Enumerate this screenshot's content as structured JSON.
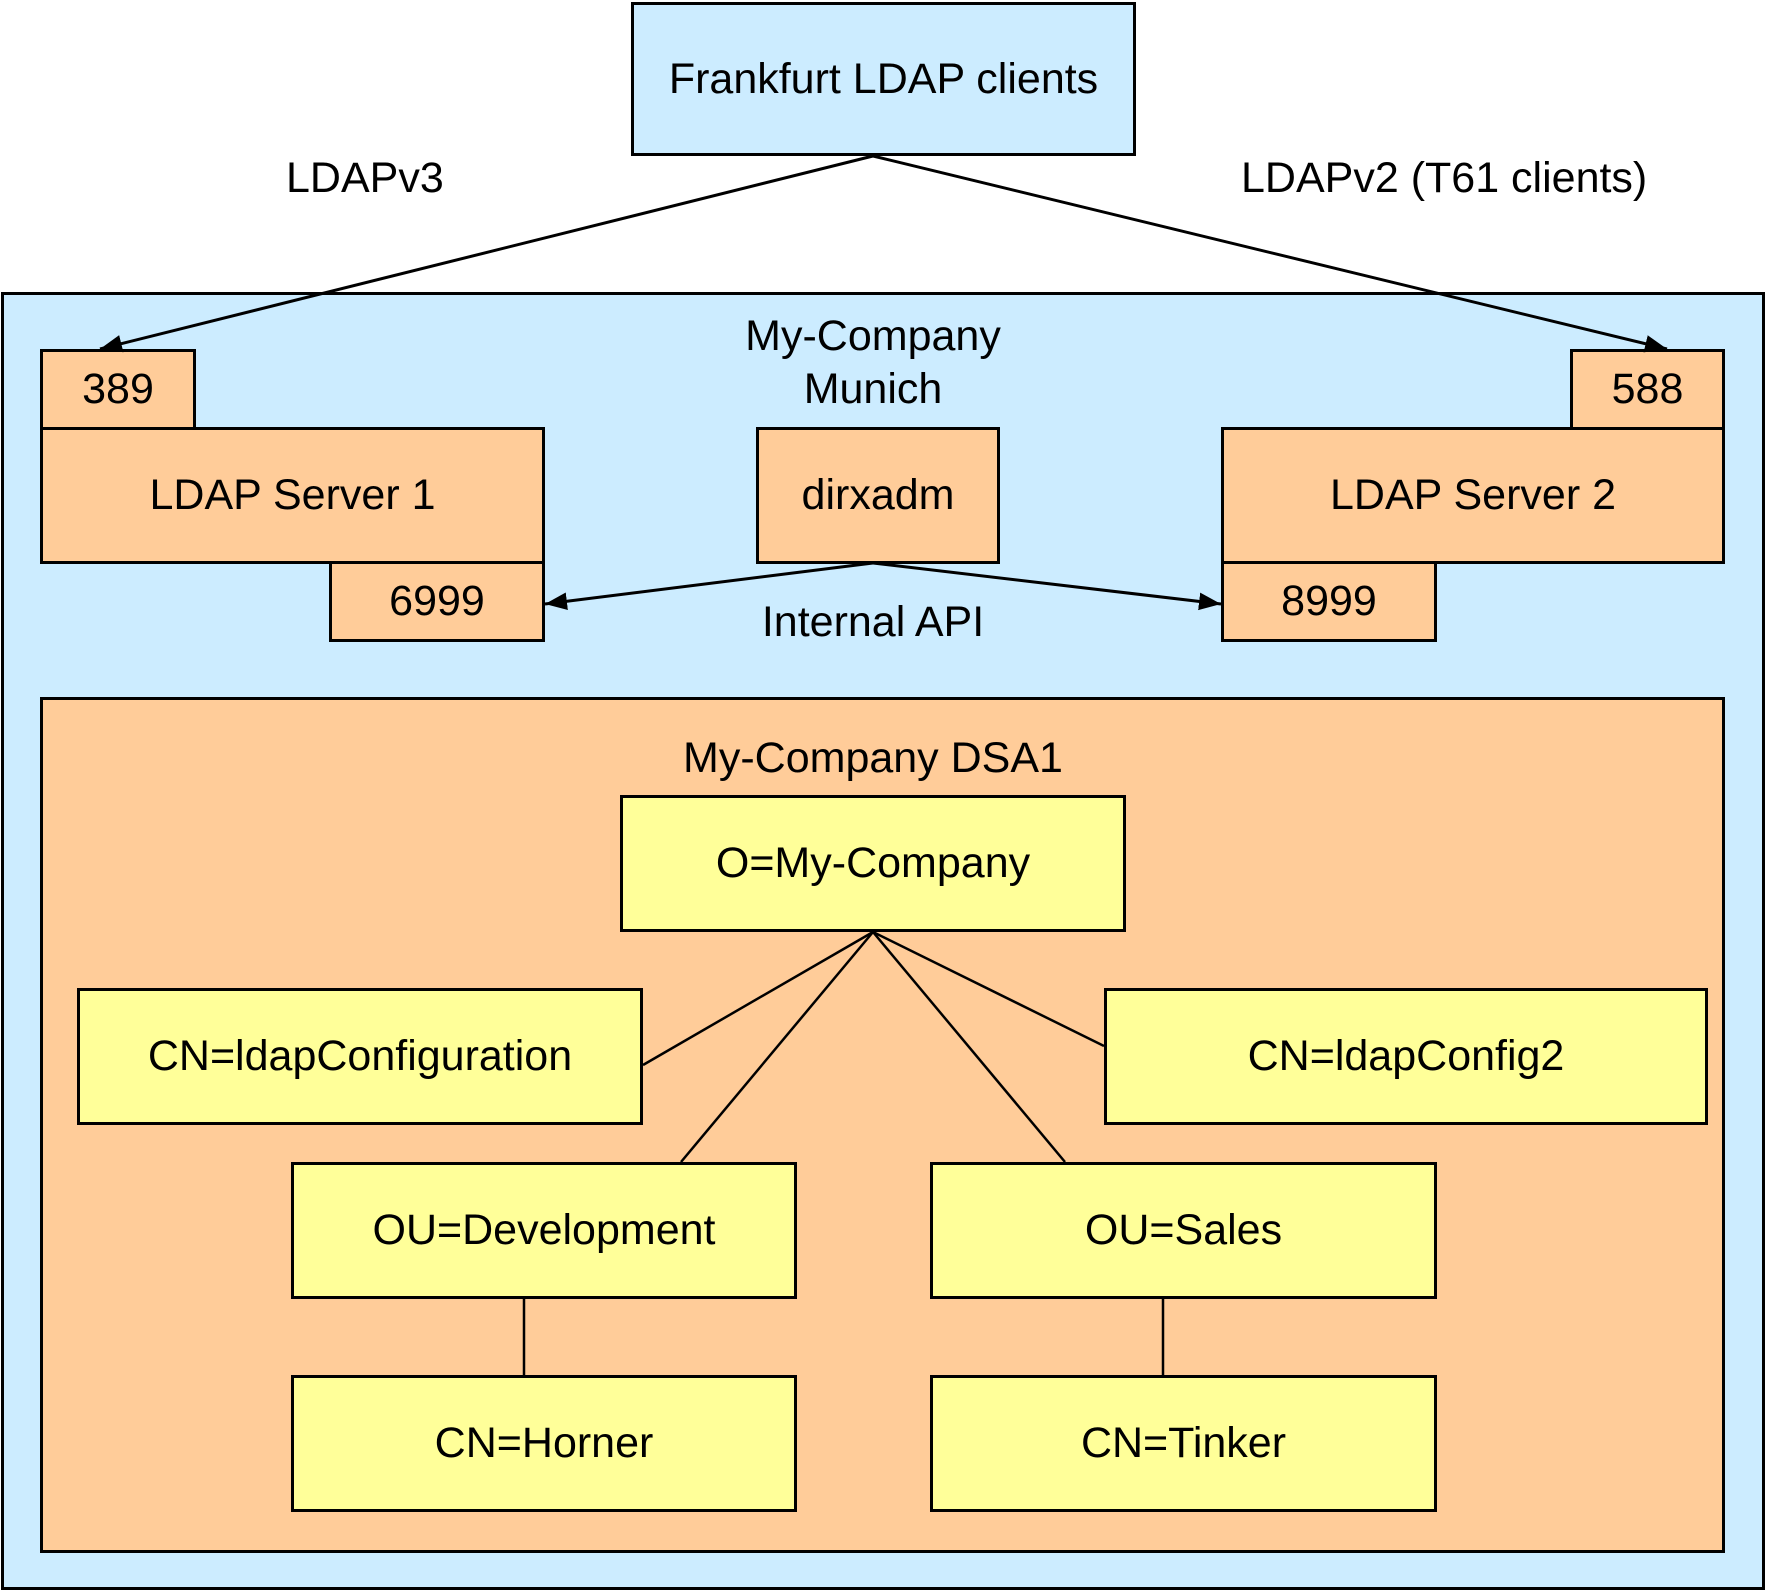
{
  "colors": {
    "site_fill": "#CCECFF",
    "server_fill": "#FFCC99",
    "entry_fill": "#FFFF99",
    "stroke": "#000000"
  },
  "clients": {
    "label": "Frankfurt LDAP clients"
  },
  "protocols": {
    "left": "LDAPv3",
    "right": "LDAPv2 (T61 clients)"
  },
  "site": {
    "label_line1": "My-Company",
    "label_line2": "Munich",
    "internal_api_label": "Internal API",
    "servers": [
      {
        "name": "LDAP Server 1",
        "client_port": "389",
        "admin_port": "6999"
      },
      {
        "name": "LDAP Server 2",
        "client_port": "588",
        "admin_port": "8999"
      }
    ],
    "admin_tool": "dirxadm"
  },
  "dsa": {
    "label": "My-Company DSA1",
    "root": "O=My-Company",
    "entries": {
      "config1": "CN=ldapConfiguration",
      "config2": "CN=ldapConfig2",
      "ou_dev": "OU=Development",
      "ou_sales": "OU=Sales",
      "cn_horner": "CN=Horner",
      "cn_tinker": "CN=Tinker"
    }
  }
}
